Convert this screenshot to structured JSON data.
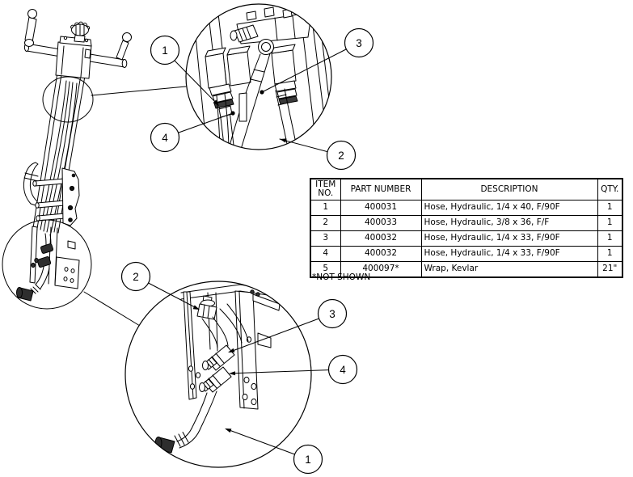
{
  "diagram": {
    "callouts": {
      "top": {
        "c1": "1",
        "c2": "2",
        "c3": "3",
        "c4": "4"
      },
      "bottom": {
        "c1": "1",
        "c2": "2",
        "c3": "3",
        "c4": "4"
      }
    }
  },
  "table": {
    "headers": [
      "ITEM NO.",
      "PART NUMBER",
      "DESCRIPTION",
      "QTY."
    ],
    "rows": [
      {
        "item": "1",
        "part": "400031",
        "desc": "Hose, Hydraulic, 1/4 x 40, F/90F",
        "qty": "1"
      },
      {
        "item": "2",
        "part": "400033",
        "desc": "Hose, Hydraulic, 3/8 x 36, F/F",
        "qty": "1"
      },
      {
        "item": "3",
        "part": "400032",
        "desc": "Hose, Hydraulic, 1/4 x 33, F/90F",
        "qty": "1"
      },
      {
        "item": "4",
        "part": "400032",
        "desc": "Hose, Hydraulic, 1/4 x 33, F/90F",
        "qty": "1"
      },
      {
        "item": "5",
        "part": "400097*",
        "desc": "Wrap, Kevlar",
        "qty": "21\""
      }
    ],
    "footnote": "*NOT SHOWN"
  },
  "colors": {
    "line": "#000000",
    "background": "#ffffff",
    "dark_fitting": "#2e2e2e"
  }
}
